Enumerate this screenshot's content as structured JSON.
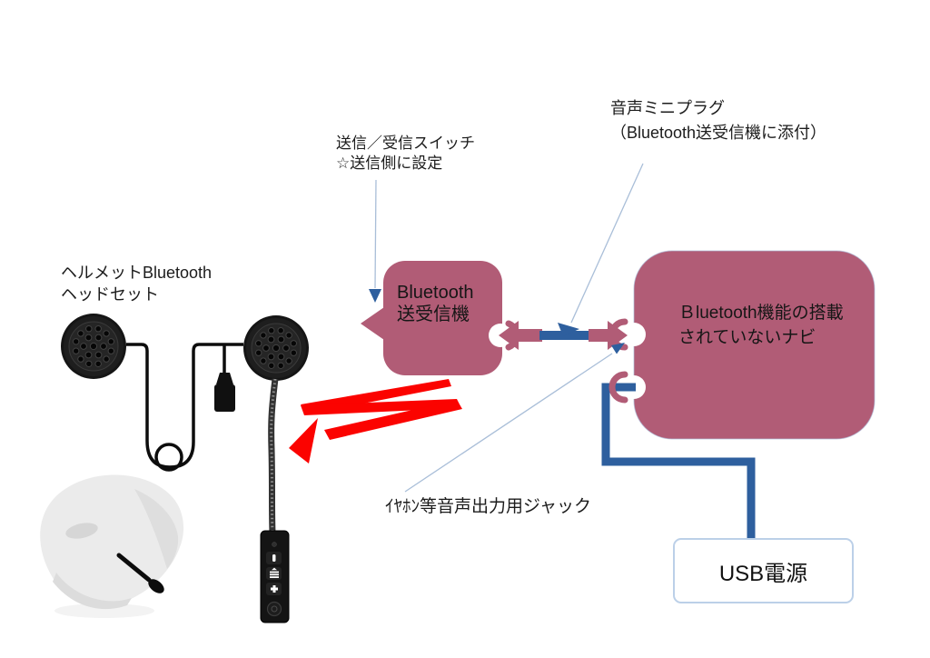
{
  "diagram": {
    "annotations": {
      "switch_note_line1": "送信／受信スイッチ",
      "switch_note_line2": "☆送信側に設定",
      "plug_note_line1": "音声ミニプラグ",
      "plug_note_line2": "（Bluetooth送受信機に添付）",
      "jack_note": "ｲﾔﾎﾝ等音声出力用ジャック"
    },
    "devices": {
      "headset_label_line1": "ヘルメットBluetooth",
      "headset_label_line2": "ヘッドセット",
      "transceiver_line1": "Bluetooth",
      "transceiver_line2": "送受信機",
      "navi_line1": "Ｂluetooth機能の搭載",
      "navi_line2": "されていないナビ",
      "usb_label": "USB電源"
    },
    "icons": {
      "switch_pointer_icon": "down-arrow",
      "plug_pointer_icon": "down-right-arrow",
      "jack_pointer_icon": "up-right-arrow",
      "wireless_link_icon": "red-zigzag-lightning-arrow",
      "audio_plug_arrow_left_icon": "left-plug-arrow",
      "audio_plug_arrow_right_icon": "right-plug-arrow",
      "socket_notch_icon": "crescent-socket",
      "switch_tab_icon": "left-triangle-switch",
      "speaker_icon": "round-speaker-grille",
      "remote_button_icons": "minus, track, plus, power"
    },
    "colors": {
      "device_box": "#b15c76",
      "cable_blue": "#2e5f9e",
      "annotation_line": "#a9bed8",
      "wireless_red": "#fb0300",
      "usb_box_border": "#bcd0e8",
      "text": "#1c1c1c"
    }
  }
}
